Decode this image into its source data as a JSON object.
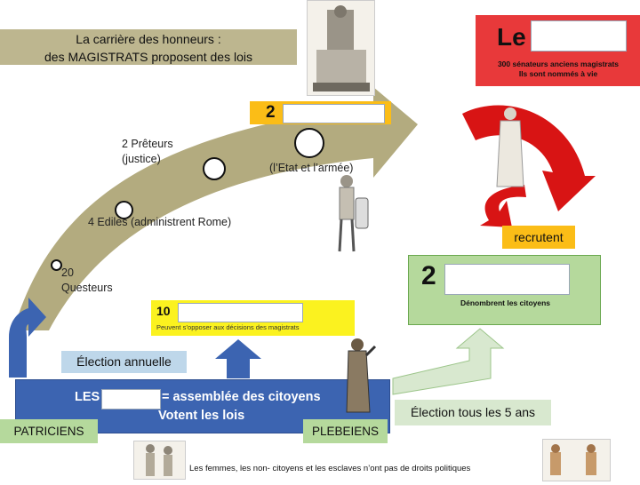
{
  "header": {
    "line1": "La carrière des honneurs :",
    "line2": "des MAGISTRATS proposent des lois"
  },
  "senat": {
    "prefix": "Le",
    "line1": "300 sénateurs anciens magistrats",
    "line2": "Ils  sont nommés à vie"
  },
  "consuls": {
    "number": "2"
  },
  "consuls_desc": "(l’Etat et l’armée)",
  "preteurs": {
    "line1": "2 Prêteurs",
    "line2": "(justice)"
  },
  "ediles": "4 Ediles (administrent Rome)",
  "questeurs": {
    "line1": "20",
    "line2": "Questeurs"
  },
  "tribuns": {
    "number": "10",
    "desc": "Peuvent s’opposer  aux décisions des magistrats"
  },
  "censeurs": {
    "number": "2",
    "desc": "Dénombrent les citoyens"
  },
  "recrutent": "recrutent",
  "election_annuelle": "Élection annuelle",
  "assemblee": {
    "prefix": "LES",
    "suffix": "= assemblée des citoyens",
    "line2": "Votent les lois"
  },
  "patriciens": "PATRICIENS",
  "plebeiens": "PLEBEIENS",
  "election_5ans": "Élection tous les 5 ans",
  "footer_note": "Les femmes, les non- citoyens et les esclaves n’ont pas de droits politiques",
  "colors": {
    "arc": "#b3ab7f",
    "blue": "#3c64b1",
    "green": "#b5d99c",
    "red": "#e8393a",
    "orange": "#fbbd17",
    "yellow": "#fbf21f"
  }
}
